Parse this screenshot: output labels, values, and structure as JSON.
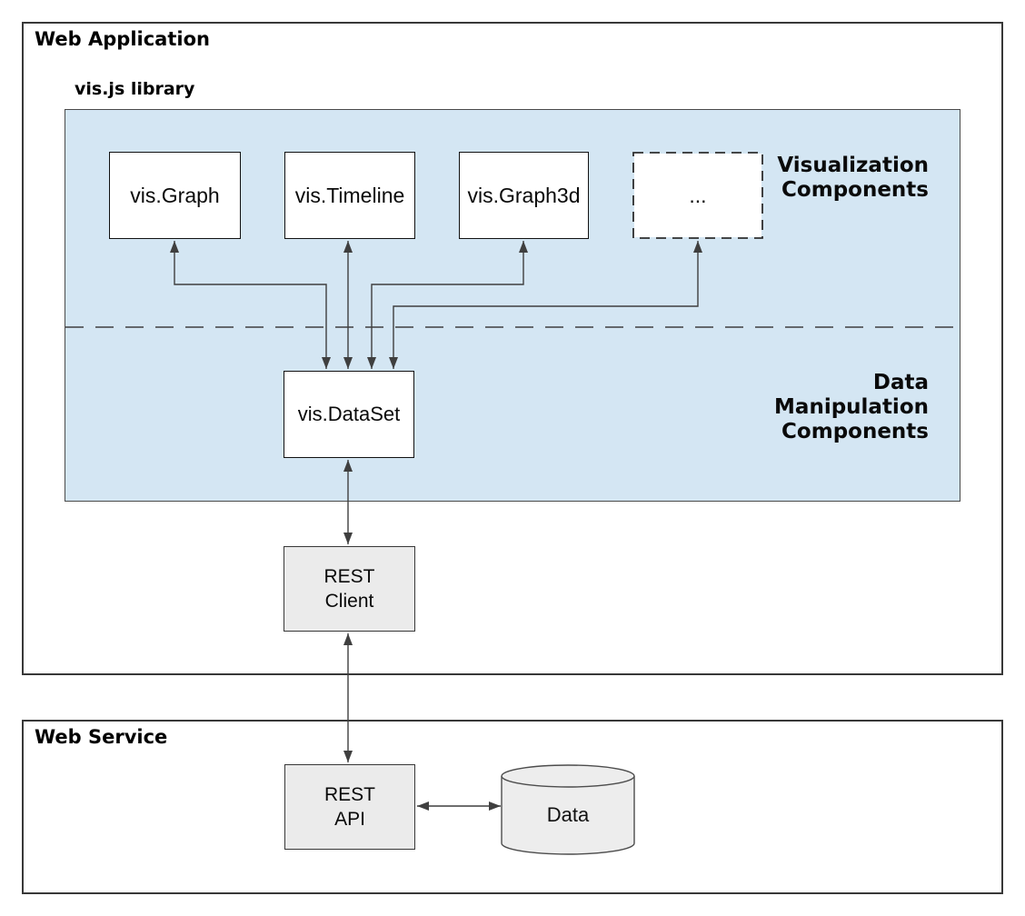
{
  "colors": {
    "library_background": "#d4e6f3",
    "node_white_fill": "#ffffff",
    "node_gray_fill": "#ebebeb",
    "database_fill": "#ededed",
    "connector_line": "#3f3f3f",
    "container_border": "#383838"
  },
  "web_application": {
    "title": "Web Application",
    "library": {
      "title": "vis.js library",
      "visualization_section_label": "Visualization Components",
      "data_section_label": "Data Manipulation Components",
      "components": [
        {
          "label": "vis.Graph"
        },
        {
          "label": "vis.Timeline"
        },
        {
          "label": "vis.Graph3d"
        },
        {
          "label": "..."
        }
      ],
      "dataset": {
        "label": "vis.DataSet"
      }
    },
    "rest_client": {
      "label": "REST Client"
    }
  },
  "web_service": {
    "title": "Web Service",
    "rest_api": {
      "label": "REST API"
    },
    "database": {
      "label": "Data"
    }
  }
}
